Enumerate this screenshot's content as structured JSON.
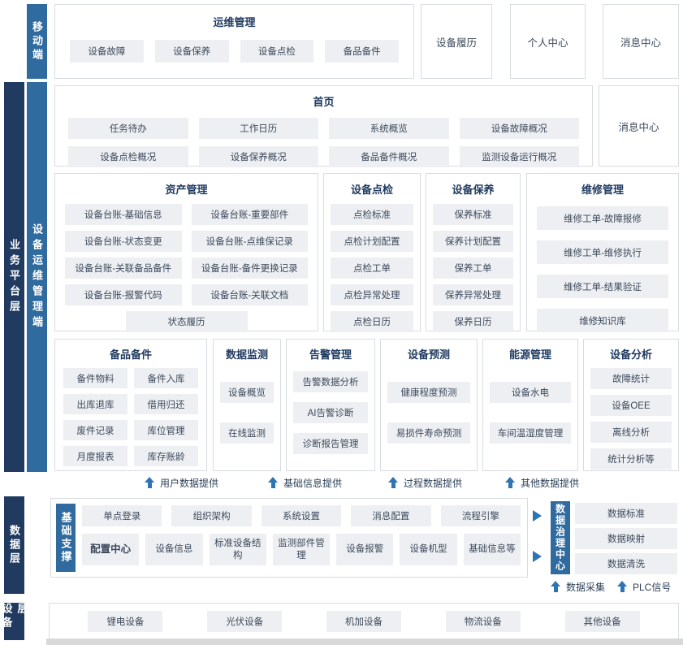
{
  "colors": {
    "layer_dark": "#203a60",
    "strip_blue": "#2f6b9f",
    "arrow_blue": "#2e74b5",
    "item_bg": "#edeff2",
    "panel_border": "#d7dce3",
    "title_text": "#1f3a5f"
  },
  "mobile": {
    "side_label": "移动端",
    "title": "运维管理",
    "items": [
      "设备故障",
      "设备保养",
      "设备点检",
      "备品备件"
    ],
    "standalone": [
      "设备履历",
      "个人中心",
      "消息中心"
    ]
  },
  "platform": {
    "layer_label": "业务平台层",
    "side_label": "设备运维管理端",
    "home": {
      "title": "首页",
      "items": [
        "任务待办",
        "工作日历",
        "系统概览",
        "设备故障概况",
        "设备点检概况",
        "设备保养概况",
        "备品备件概况",
        "监测设备运行概况"
      ],
      "message_center": "消息中心"
    },
    "asset": {
      "title": "资产管理",
      "items": [
        "设备台账-基础信息",
        "设备台账-重要部件",
        "设备台账-状态变更",
        "设备台账-点维保记录",
        "设备台账-关联备品备件",
        "设备台账-备件更换记录",
        "设备台账-报警代码",
        "设备台账-关联文档",
        "状态履历"
      ]
    },
    "inspection": {
      "title": "设备点检",
      "items": [
        "点检标准",
        "点检计划配置",
        "点检工单",
        "点检异常处理",
        "点检日历"
      ]
    },
    "maintenance": {
      "title": "设备保养",
      "items": [
        "保养标准",
        "保养计划配置",
        "保养工单",
        "保养异常处理",
        "保养日历"
      ]
    },
    "repair": {
      "title": "维修管理",
      "items": [
        "维修工单-故障报修",
        "维修工单-维修执行",
        "维修工单-结果验证",
        "维修知识库"
      ]
    },
    "spare": {
      "title": "备品备件",
      "items": [
        "备件物料",
        "备件入库",
        "出库退库",
        "借用归还",
        "废件记录",
        "库位管理",
        "月度报表",
        "库存账龄"
      ]
    },
    "monitor": {
      "title": "数据监测",
      "items": [
        "设备概览",
        "在线监测"
      ]
    },
    "alarm": {
      "title": "告警管理",
      "items": [
        "告警数据分析",
        "AI告警诊断",
        "诊断报告管理"
      ]
    },
    "predict": {
      "title": "设备预测",
      "items": [
        "健康程度预测",
        "易损件寿命预测"
      ]
    },
    "energy": {
      "title": "能源管理",
      "items": [
        "设备水电",
        "车间温湿度管理"
      ]
    },
    "analysis": {
      "title": "设备分析",
      "items": [
        "故障统计",
        "设备OEE",
        "离线分析",
        "统计分析等"
      ]
    },
    "flows": [
      "用户数据提供",
      "基础信息提供",
      "过程数据提供",
      "其他数据提供"
    ]
  },
  "data_layer": {
    "layer_label": "数据层",
    "side_label": "基础支撑",
    "row1": [
      "单点登录",
      "组织架构",
      "系统设置",
      "消息配置",
      "流程引擎"
    ],
    "row2": [
      "配置中心",
      "设备信息",
      "标准设备结构",
      "监测部件管理",
      "设备报警",
      "设备机型",
      "基础信息等"
    ],
    "governance": {
      "label": "数据治理中心",
      "items": [
        "数据标准",
        "数据映射",
        "数据清洗"
      ]
    },
    "bottom_flows": [
      "数据采集",
      "PLC信号"
    ]
  },
  "device_layer": {
    "layer_label": "设备层",
    "items": [
      "锂电设备",
      "光伏设备",
      "机加设备",
      "物流设备",
      "其他设备"
    ]
  }
}
